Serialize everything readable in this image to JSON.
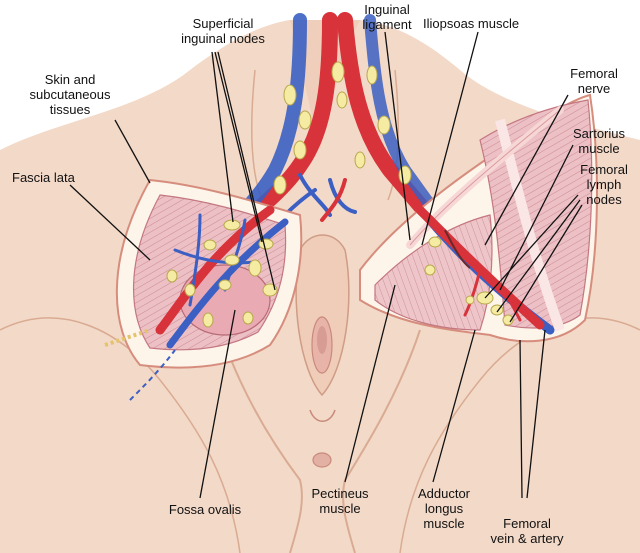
{
  "labels": {
    "superficial_inguinal_nodes": "Superficial\ninguinal nodes",
    "inguinal_ligament": "Inguinal\nligament",
    "iliopsoas_muscle": "Iliopsoas muscle",
    "skin_subcutaneous": "Skin and\nsubcutaneous\ntissues",
    "femoral_nerve": "Femoral\nnerve",
    "sartorius_muscle": "Sartorius\nmuscle",
    "fascia_lata": "Fascia lata",
    "femoral_lymph_nodes": "Femoral\nlymph\nnodes",
    "fossa_ovalis": "Fossa ovalis",
    "pectineus_muscle": "Pectineus\nmuscle",
    "adductor_longus_muscle": "Adductor\nlongus\nmuscle",
    "femoral_vein_artery": "Femoral\nvein & artery"
  },
  "colors": {
    "skin": "#f3d9c8",
    "skin_shadow": "#e4bfa9",
    "muscle": "#e9b8bf",
    "artery": "#d8323a",
    "vein": "#3b5fc2",
    "lymph_node": "#f5eba2",
    "leader_line": "#111111"
  }
}
